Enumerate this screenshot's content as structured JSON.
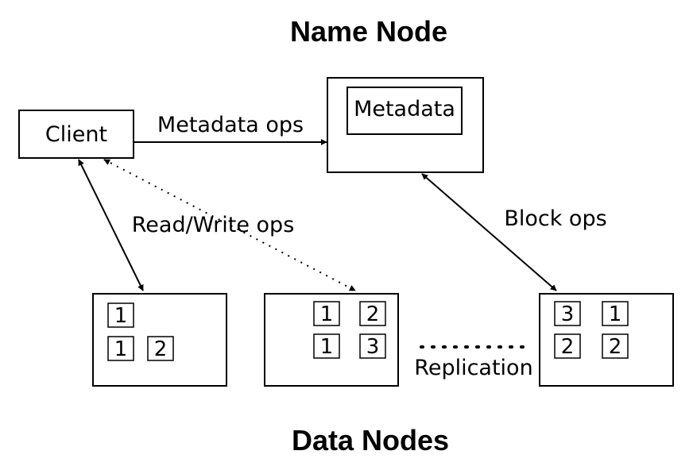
{
  "titles": {
    "top": "Name Node",
    "bottom": "Data Nodes"
  },
  "nodes": {
    "client": "Client",
    "metadata": "Metadata"
  },
  "edges": {
    "metadata_ops": "Metadata ops",
    "read_write_ops": "Read/Write ops",
    "block_ops": "Block ops",
    "replication": "Replication"
  },
  "data_nodes": [
    {
      "blocks": [
        "1",
        "1",
        "2"
      ]
    },
    {
      "blocks": [
        "1",
        "2",
        "1",
        "3"
      ]
    },
    {
      "blocks": [
        "3",
        "1",
        "2",
        "2"
      ]
    }
  ]
}
